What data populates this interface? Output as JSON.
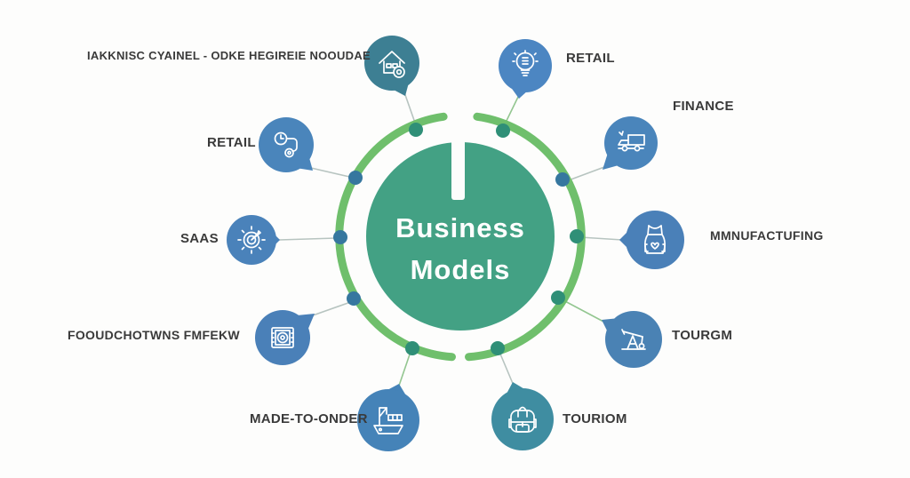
{
  "center": {
    "title_line1": "Business",
    "title_line2": "Models",
    "circle_color": "#43a184",
    "ring_color": "#6fbf6c",
    "text_color": "#ffffff"
  },
  "colors": {
    "background": "#fdfdfc",
    "bubble_blue": "#4a82ba",
    "bubble_teal_house": "#3d7f93",
    "bubble_teal_backpack": "#3f8da1",
    "dot_blue": "#36779f",
    "dot_teal": "#2f8f77",
    "label_text": "#3a3a3a",
    "connector_gray": "#b7c4c0",
    "connector_green": "#93c690"
  },
  "nodes": [
    {
      "label": "IAKKNISC CYAINEL - ODKE HEGIREIE NOOUDAE",
      "icon": "house-gear-icon",
      "position": "top-left"
    },
    {
      "label": "RETAIL",
      "icon": "lightbulb-icon",
      "position": "top-right"
    },
    {
      "label": "FINANCE",
      "icon": "truck-icon",
      "position": "right-upper"
    },
    {
      "label": "MMNUFACTUFING",
      "icon": "apron-icon",
      "position": "right-middle"
    },
    {
      "label": "TOURGM",
      "icon": "pumpjack-icon",
      "position": "right-lower"
    },
    {
      "label": "TOURIOM",
      "icon": "backpack-icon",
      "position": "bottom-right"
    },
    {
      "label": "MADE-TO-ONDER",
      "icon": "ship-icon",
      "position": "bottom-left"
    },
    {
      "label": "FOOUDCHOTWNS FMFEKW",
      "icon": "photo-frame-icon",
      "position": "left-lower"
    },
    {
      "label": "SAAS",
      "icon": "target-icon",
      "position": "left-middle"
    },
    {
      "label": "RETAIL",
      "icon": "flowchart-icon",
      "position": "left-upper"
    }
  ]
}
